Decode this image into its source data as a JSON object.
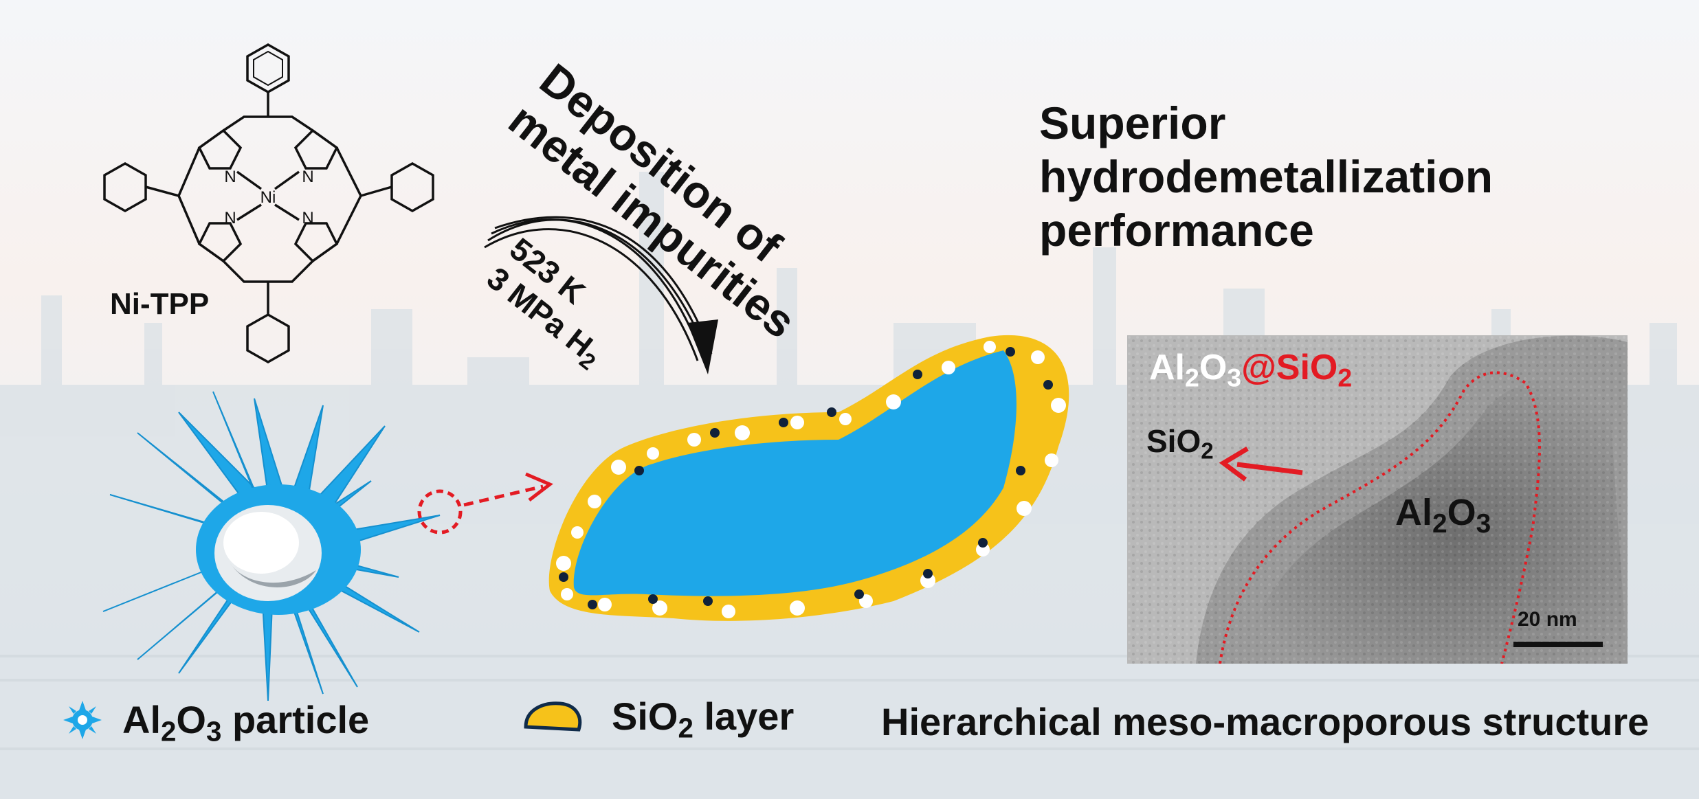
{
  "molecule": {
    "label": "Ni-TPP",
    "atoms": {
      "metal": "Ni",
      "nitrogen": "N"
    }
  },
  "process": {
    "arrow_label_line1": "Deposition of",
    "arrow_label_line2": "metal impurities",
    "temperature": "523 K",
    "pressure_prefix": "3 MPa H",
    "pressure_subscript": "2"
  },
  "headline": {
    "line1": "Superior",
    "line2": "hydrodemetallization",
    "line3": "performance"
  },
  "tem": {
    "title_al": "Al",
    "title_al_sub": "2",
    "title_o": "O",
    "title_o_sub": "3",
    "title_at_sio": "@SiO",
    "title_si_sub": "2",
    "shell_label": "SiO",
    "shell_sub": "2",
    "core_label_al": "Al",
    "core_sub1": "2",
    "core_label_o": "O",
    "core_sub2": "3",
    "scale_bar": "20 nm"
  },
  "legend": {
    "al_prefix": "Al",
    "al_sub1": "2",
    "al_mid": "O",
    "al_sub2": "3",
    "al_suffix": " particle",
    "si_prefix": "SiO",
    "si_sub": "2",
    "si_suffix": " layer",
    "structure": "Hierarchical meso-macroporous structure"
  },
  "colors": {
    "alumina_blue": "#1ea7e8",
    "silica_yellow": "#f6c21a",
    "accent_red": "#e31b23",
    "text": "#111111"
  },
  "icons": [
    "refinery-background",
    "sea-urchin-particle-icon",
    "silica-layer-icon",
    "curved-arrow-icon",
    "dashed-arrow-icon"
  ]
}
